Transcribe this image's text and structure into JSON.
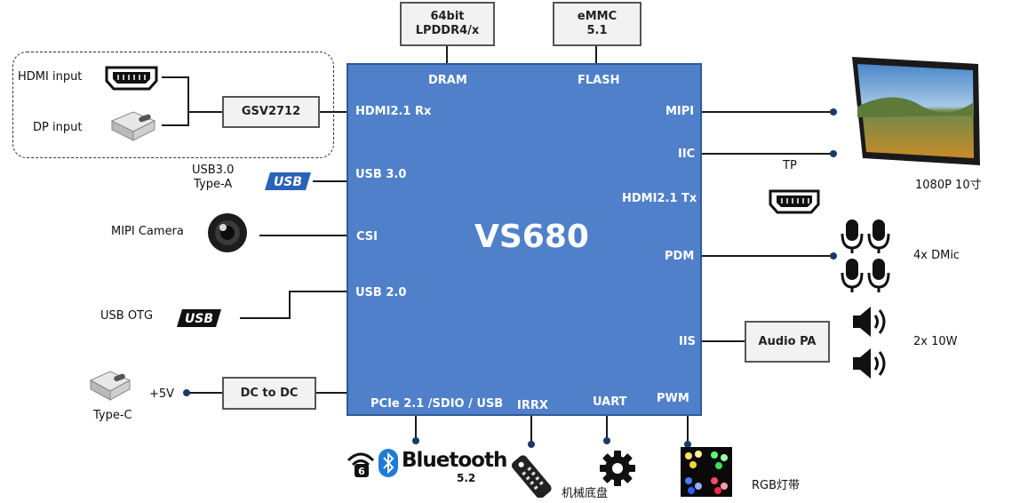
{
  "chip": {
    "name": "VS680",
    "pins": {
      "dram": "DRAM",
      "flash": "FLASH",
      "hdmi_rx": "HDMI2.1 Rx",
      "usb30": "USB 3.0",
      "csi": "CSI",
      "usb20": "USB 2.0",
      "pcie": "PCIe 2.1 /SDIO / USB",
      "irrx": "IRRX",
      "uart": "UART",
      "pwm": "PWM",
      "mipi": "MIPI",
      "iic": "IIC",
      "hdmi_tx": "HDMI2.1 Tx",
      "pdm": "PDM",
      "iis": "IIS"
    }
  },
  "boxes": {
    "dram_line1": "64bit",
    "dram_line2": "LPDDR4/x",
    "emmc_line1": "eMMC",
    "emmc_line2": "5.1",
    "gsv": "GSV2712",
    "dcdc": "DC to DC",
    "audio_pa": "Audio PA"
  },
  "labels": {
    "hdmi_input": "HDMI input",
    "dp_input": "DP input",
    "usb30_line1": "USB3.0",
    "usb30_line2": "Type-A",
    "usb_logo": "USB",
    "mipi_camera": "MIPI Camera",
    "usb_otg": "USB OTG",
    "type_c": "Type-C",
    "plus5v": "+5V",
    "tp": "TP",
    "display": "1080P 10寸",
    "dmic": "4x DMic",
    "speaker": "2x 10W",
    "rgb": "RGB灯带",
    "chassis": "机械底盘",
    "bluetooth": "Bluetooth",
    "bluetooth_ver": "5.2",
    "wifi_badge": "6"
  },
  "colors": {
    "chip_fill": "#4f80c9",
    "chip_border": "#2f5a96",
    "box_fill": "#f2f2f2",
    "bluetooth_blue": "#1f7bd6",
    "usb_blue": "#2a62b8",
    "dot": "#1a3a6a"
  }
}
